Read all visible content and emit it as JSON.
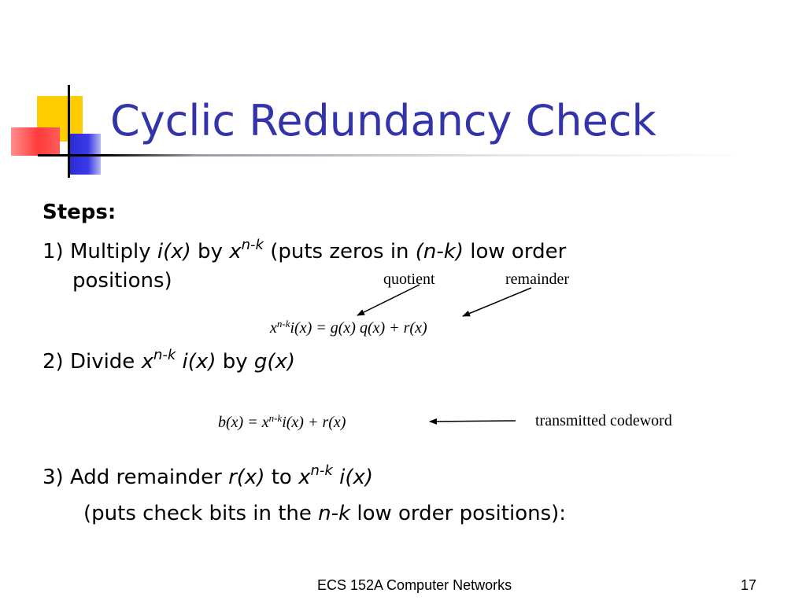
{
  "slide": {
    "title": "Cyclic Redundancy Check",
    "steps_label": "Steps:",
    "step1": {
      "prefix": "1)  Multiply ",
      "ix": "i(x)",
      "by": " by ",
      "x": "x",
      "exp": "n-k",
      "mid": " (puts zeros in ",
      "nk": "(n-k)",
      "suffix": " low order",
      "line2": "positions)"
    },
    "step2": {
      "prefix": "2)  Divide ",
      "x": "x",
      "exp": "n-k",
      "ix": " i(x)",
      "by": " by ",
      "gx": "g(x)"
    },
    "step3": {
      "prefix": "3)  Add remainder ",
      "rx": "r(x)",
      "to": " to ",
      "x": "x",
      "exp": "n-k",
      "ix": " i(x)",
      "line2_prefix": "(puts check bits in the ",
      "line2_nk": "n-k",
      "line2_suffix": " low order positions):"
    },
    "diagram": {
      "quotient_label": "quotient",
      "remainder_label": "remainder",
      "eq1": {
        "x": "x",
        "exp": "n-k",
        "rest": "i(x) = g(x) q(x) + r(x)"
      },
      "eq2": {
        "lhs": "b(x) = x",
        "exp": "n-k",
        "rest": "i(x) + r(x)"
      },
      "transmitted_label": "transmitted codeword"
    },
    "footer": {
      "course": "ECS 152A  Computer Networks",
      "page": "17"
    }
  },
  "colors": {
    "title": "#3333aa",
    "deco_yellow": "#ffcc00",
    "deco_red": "#ff3b3b",
    "deco_blue": "#2b2bd6"
  }
}
